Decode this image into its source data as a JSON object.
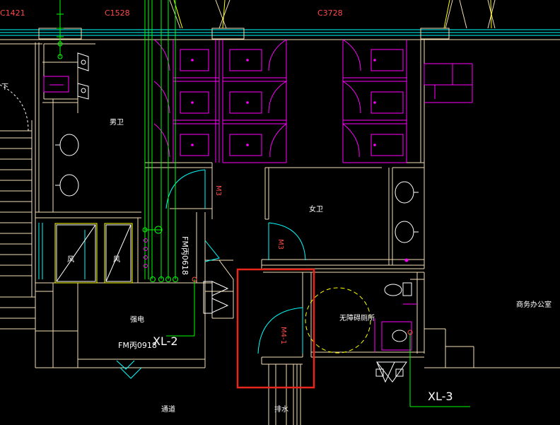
{
  "colors": {
    "background": "#000000",
    "wall": "#f5deb3",
    "door": "#00ffff",
    "fixture": "#ff00ff",
    "pipe": "#00ff00",
    "label_red": "#ff4a4a",
    "label_white": "#ffffff",
    "yellow": "#ffff00",
    "highlight": "#e8261c"
  },
  "labels": {
    "window_c1421": "C1421",
    "window_c1528": "C1528",
    "window_c3728": "C3728",
    "stair_down": "下",
    "mens_toilet": "男卫",
    "womens_toilet": "女卫",
    "door_m3": "M3",
    "door_m3_2": "M3",
    "door_m4": "M4-1",
    "fire_door_fm0618": "FM丙0618",
    "fire_door_fm0918": "FM丙0918",
    "shaft_1": "风",
    "shaft_2": "风",
    "electrical_room": "强电",
    "accessible_toilet": "无障碍厕所",
    "business_office": "商务办公室",
    "corridor": "通道",
    "drain": "排水",
    "riser_xl2": "XL-2",
    "riser_xl3": "XL-3"
  }
}
